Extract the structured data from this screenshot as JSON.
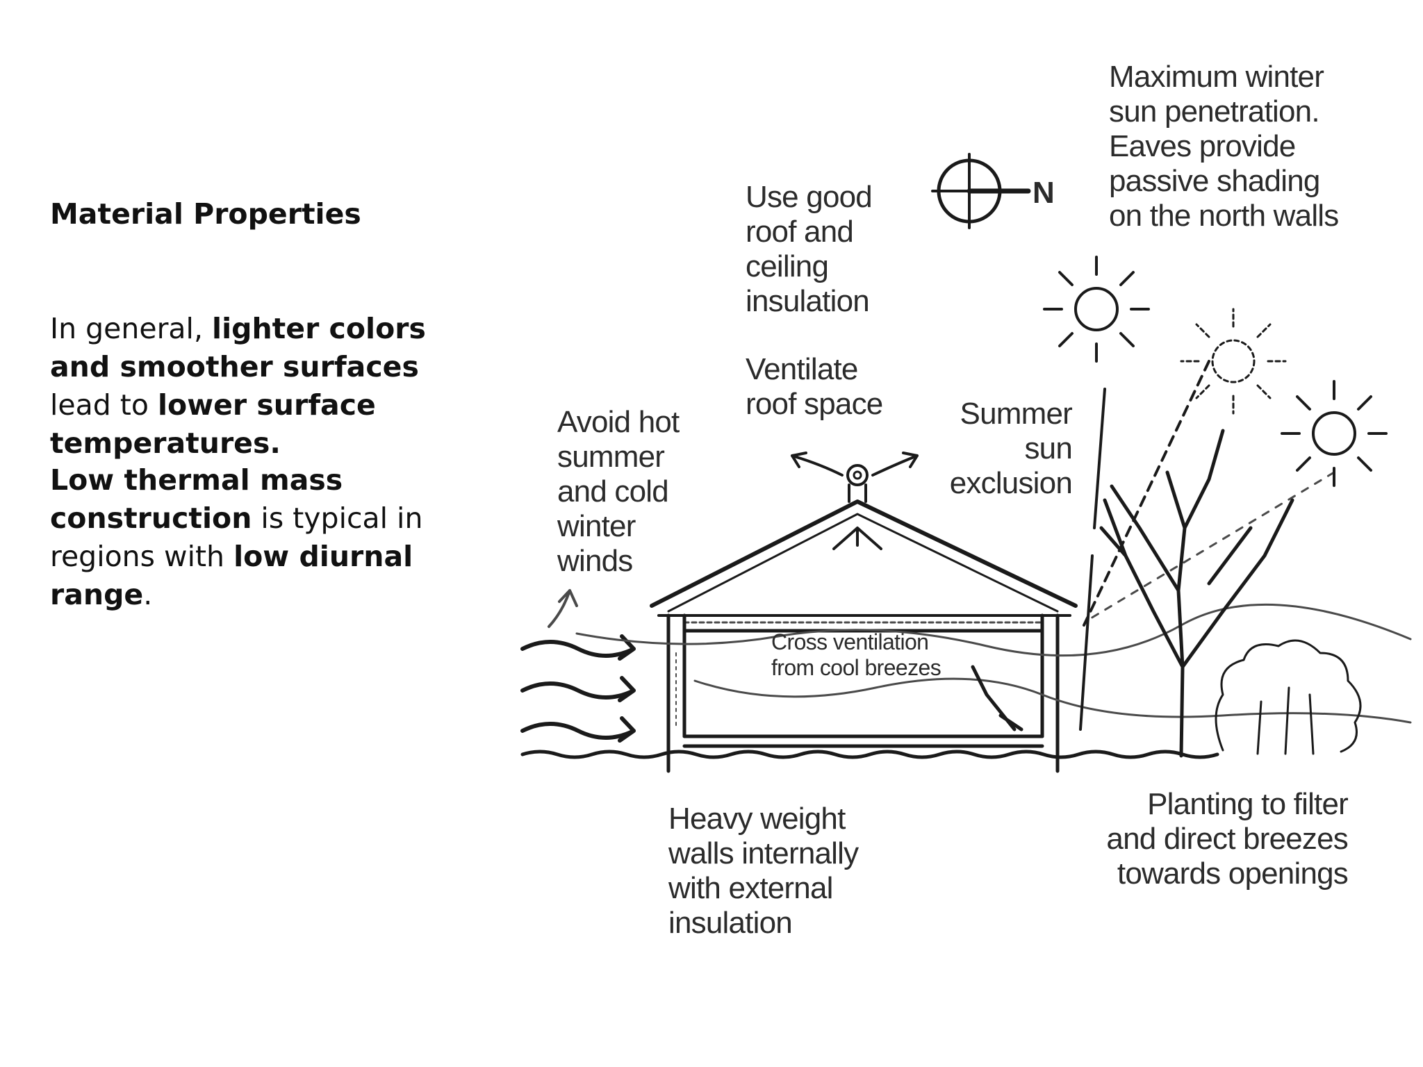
{
  "slide": {
    "title": "Material Properties",
    "para1": {
      "t1": "In general, ",
      "b1": "lighter colors and smoother surfaces",
      "t2": " lead to ",
      "b2": "lower surface temperatures."
    },
    "para2": {
      "b1": "Low thermal mass construction",
      "t1": " is typical in regions with ",
      "b2": "low diurnal range",
      "t2": "."
    }
  },
  "diagram": {
    "north_label": "N",
    "labels": {
      "winter_sun": [
        "Maximum winter",
        "sun penetration.",
        "Eaves provide",
        "passive shading",
        "on the north walls"
      ],
      "roof_insulation": [
        "Use good",
        "roof and",
        "ceiling",
        "insulation"
      ],
      "ventilate": [
        "Ventilate",
        "roof space"
      ],
      "summer_sun": [
        "Summer",
        "sun",
        "exclusion"
      ],
      "avoid_winds": [
        "Avoid hot",
        "summer",
        "and cold",
        "winter",
        "winds"
      ],
      "cross_ventilation": [
        "Cross ventilation",
        "from cool breezes"
      ],
      "heavy_walls": [
        "Heavy weight",
        "walls internally",
        "with external",
        "insulation"
      ],
      "planting": [
        "Planting to filter",
        "and direct breezes",
        "towards openings"
      ]
    }
  }
}
